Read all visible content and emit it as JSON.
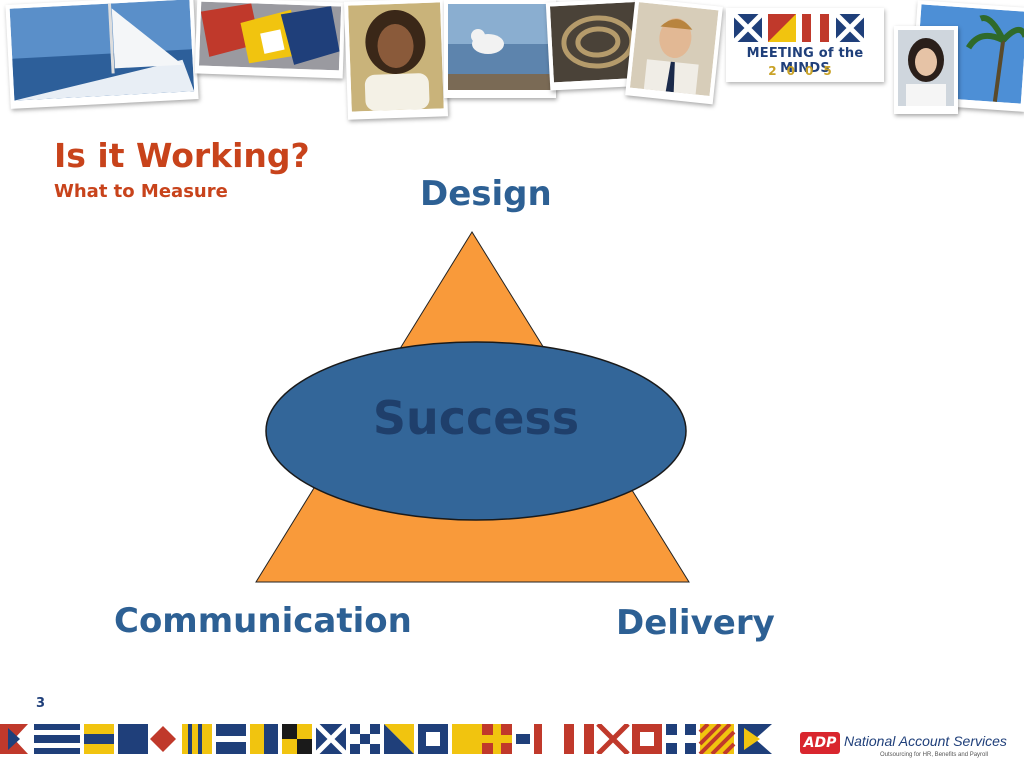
{
  "slide": {
    "title": "Is it Working?",
    "subtitle": "What to Measure",
    "page_number": "3"
  },
  "diagram": {
    "top_label": "Design",
    "left_label": "Communication",
    "right_label": "Delivery",
    "center_label": "Success"
  },
  "header": {
    "logo_line": "MEETING of the MINDS",
    "logo_year": "2005"
  },
  "footer": {
    "brand_mark": "ADP",
    "brand_name": "National Account Services",
    "brand_tagline": "Outsourcing for HR, Benefits and Payroll"
  },
  "colors": {
    "title": "#c8431b",
    "labels": "#2d6094",
    "triangle_fill": "#f99a3a",
    "ellipse_fill": "#336699",
    "center_text": "#1f3f6b"
  },
  "icons": [
    "sailboat-photo",
    "flags-photo",
    "woman-photo",
    "seagull-photo",
    "rope-photo",
    "man-photo",
    "woman-business-photo",
    "palm-trees-photo",
    "flag-strip"
  ]
}
